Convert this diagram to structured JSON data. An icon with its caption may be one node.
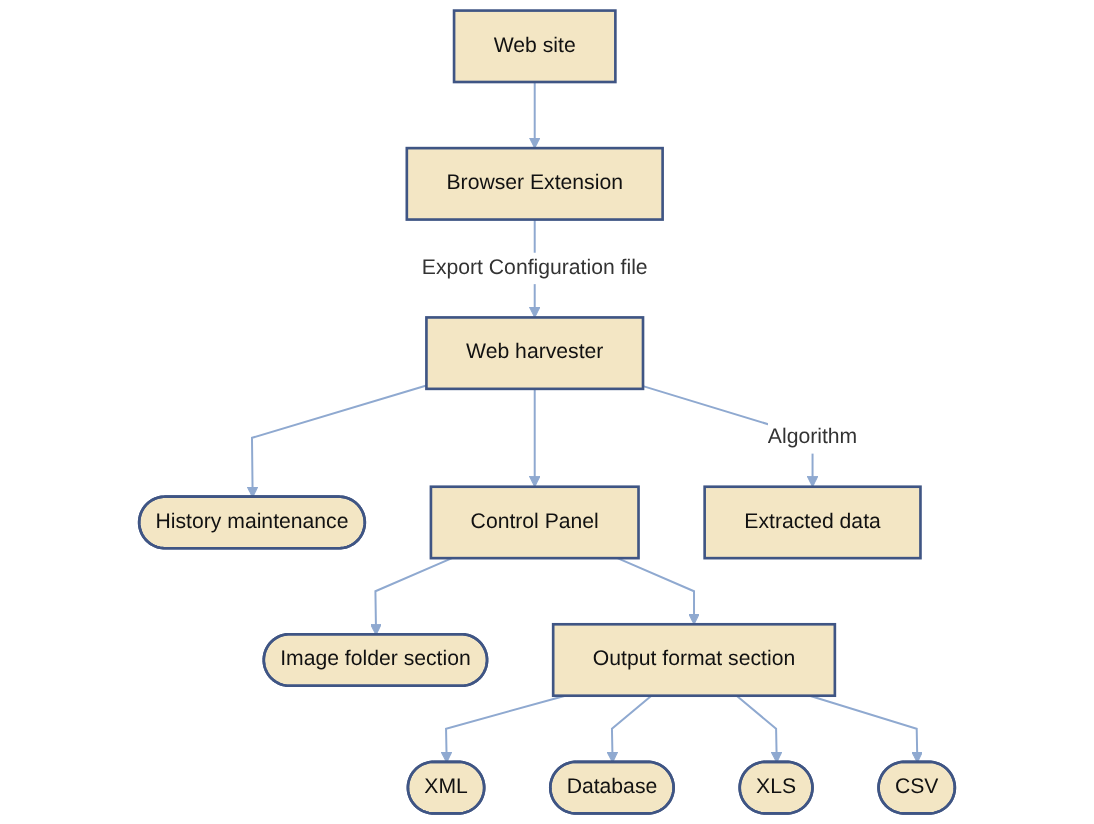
{
  "diagram": {
    "nodes": [
      {
        "text": [
          "Web site"
        ]
      },
      {
        "text": [
          "Browser Extension"
        ]
      },
      {
        "text": [
          "History maintenance"
        ]
      },
      {
        "text": [
          "Web harvester"
        ]
      },
      {
        "text": [
          "Control Panel"
        ]
      },
      {
        "text": [
          "Image folder section"
        ]
      },
      {
        "text": [
          "Output format section"
        ]
      },
      {
        "text": [
          "Extracted data"
        ]
      },
      {
        "text": [
          "XML"
        ]
      },
      {
        "text": [
          "Database"
        ]
      },
      {
        "text": [
          "XLS"
        ]
      },
      {
        "text": [
          "CSV"
        ]
      }
    ],
    "edges": [
      {
        "from": 0,
        "to": 1,
        "arrow": "to"
      },
      {
        "from": 1,
        "to": 3,
        "arrow": "to",
        "label": "Export Configuration file"
      },
      {
        "from": 3,
        "to": 2,
        "arrow": "to"
      },
      {
        "from": 3,
        "to": 4,
        "arrow": "to"
      },
      {
        "from": 3,
        "to": 7,
        "arrow": "to",
        "label": "Algorithm"
      },
      {
        "from": 4,
        "to": 5,
        "arrow": "to"
      },
      {
        "from": 4,
        "to": 6,
        "arrow": "to"
      },
      {
        "from": 6,
        "to": 8,
        "arrow": "to"
      },
      {
        "from": 6,
        "to": 9,
        "arrow": "to"
      },
      {
        "from": 6,
        "to": 10,
        "arrow": "to"
      },
      {
        "from": 6,
        "to": 11,
        "arrow": "to"
      }
    ]
  }
}
